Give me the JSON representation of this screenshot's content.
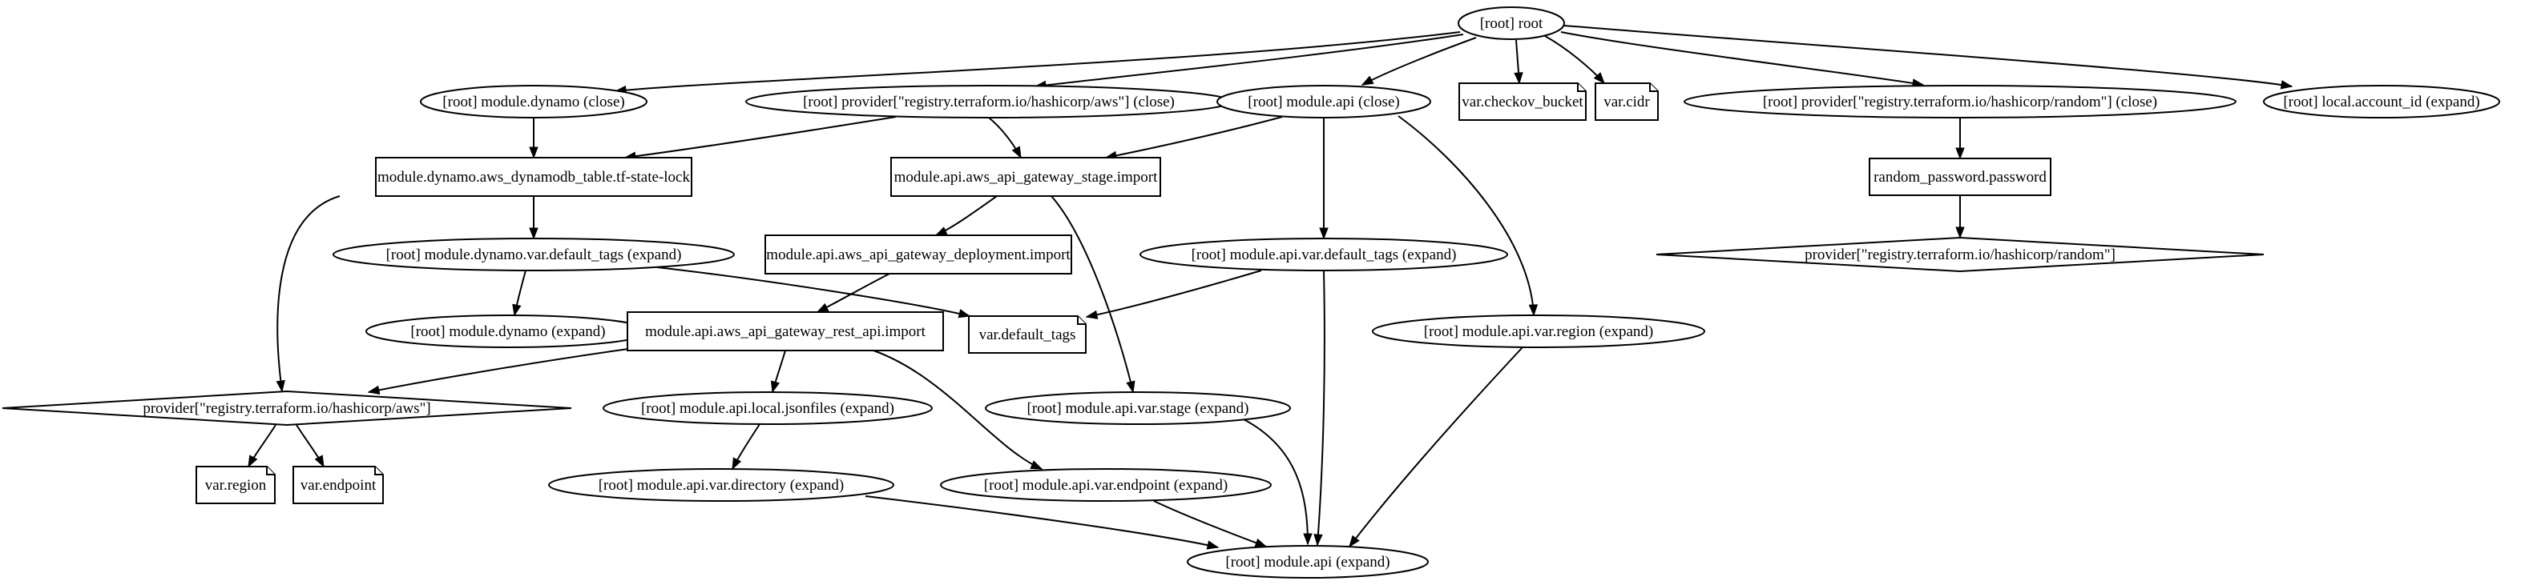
{
  "nodes": {
    "root": "[root] root",
    "dynamo_close": "[root] module.dynamo (close)",
    "provider_aws_close": "[root] provider[\"registry.terraform.io/hashicorp/aws\"] (close)",
    "api_close": "[root] module.api (close)",
    "var_checkov_bucket": "var.checkov_bucket",
    "var_cidr": "var.cidr",
    "provider_random_close": "[root] provider[\"registry.terraform.io/hashicorp/random\"] (close)",
    "local_account_id": "[root] local.account_id (expand)",
    "dynamodb_table": "module.dynamo.aws_dynamodb_table.tf-state-lock",
    "api_stage": "module.api.aws_api_gateway_stage.import",
    "random_password": "random_password.password",
    "dynamo_default_tags": "[root] module.dynamo.var.default_tags (expand)",
    "api_deployment": "module.api.aws_api_gateway_deployment.import",
    "api_default_tags": "[root] module.api.var.default_tags (expand)",
    "provider_random": "provider[\"registry.terraform.io/hashicorp/random\"]",
    "dynamo_expand": "[root] module.dynamo (expand)",
    "api_rest_api": "module.api.aws_api_gateway_rest_api.import",
    "var_default_tags": "var.default_tags",
    "api_var_region": "[root] module.api.var.region (expand)",
    "provider_aws": "provider[\"registry.terraform.io/hashicorp/aws\"]",
    "api_jsonfiles": "[root] module.api.local.jsonfiles (expand)",
    "api_var_stage": "[root] module.api.var.stage (expand)",
    "var_region": "var.region",
    "var_endpoint": "var.endpoint",
    "api_var_directory": "[root] module.api.var.directory (expand)",
    "api_var_endpoint": "[root] module.api.var.endpoint (expand)",
    "api_expand": "[root] module.api (expand)"
  }
}
